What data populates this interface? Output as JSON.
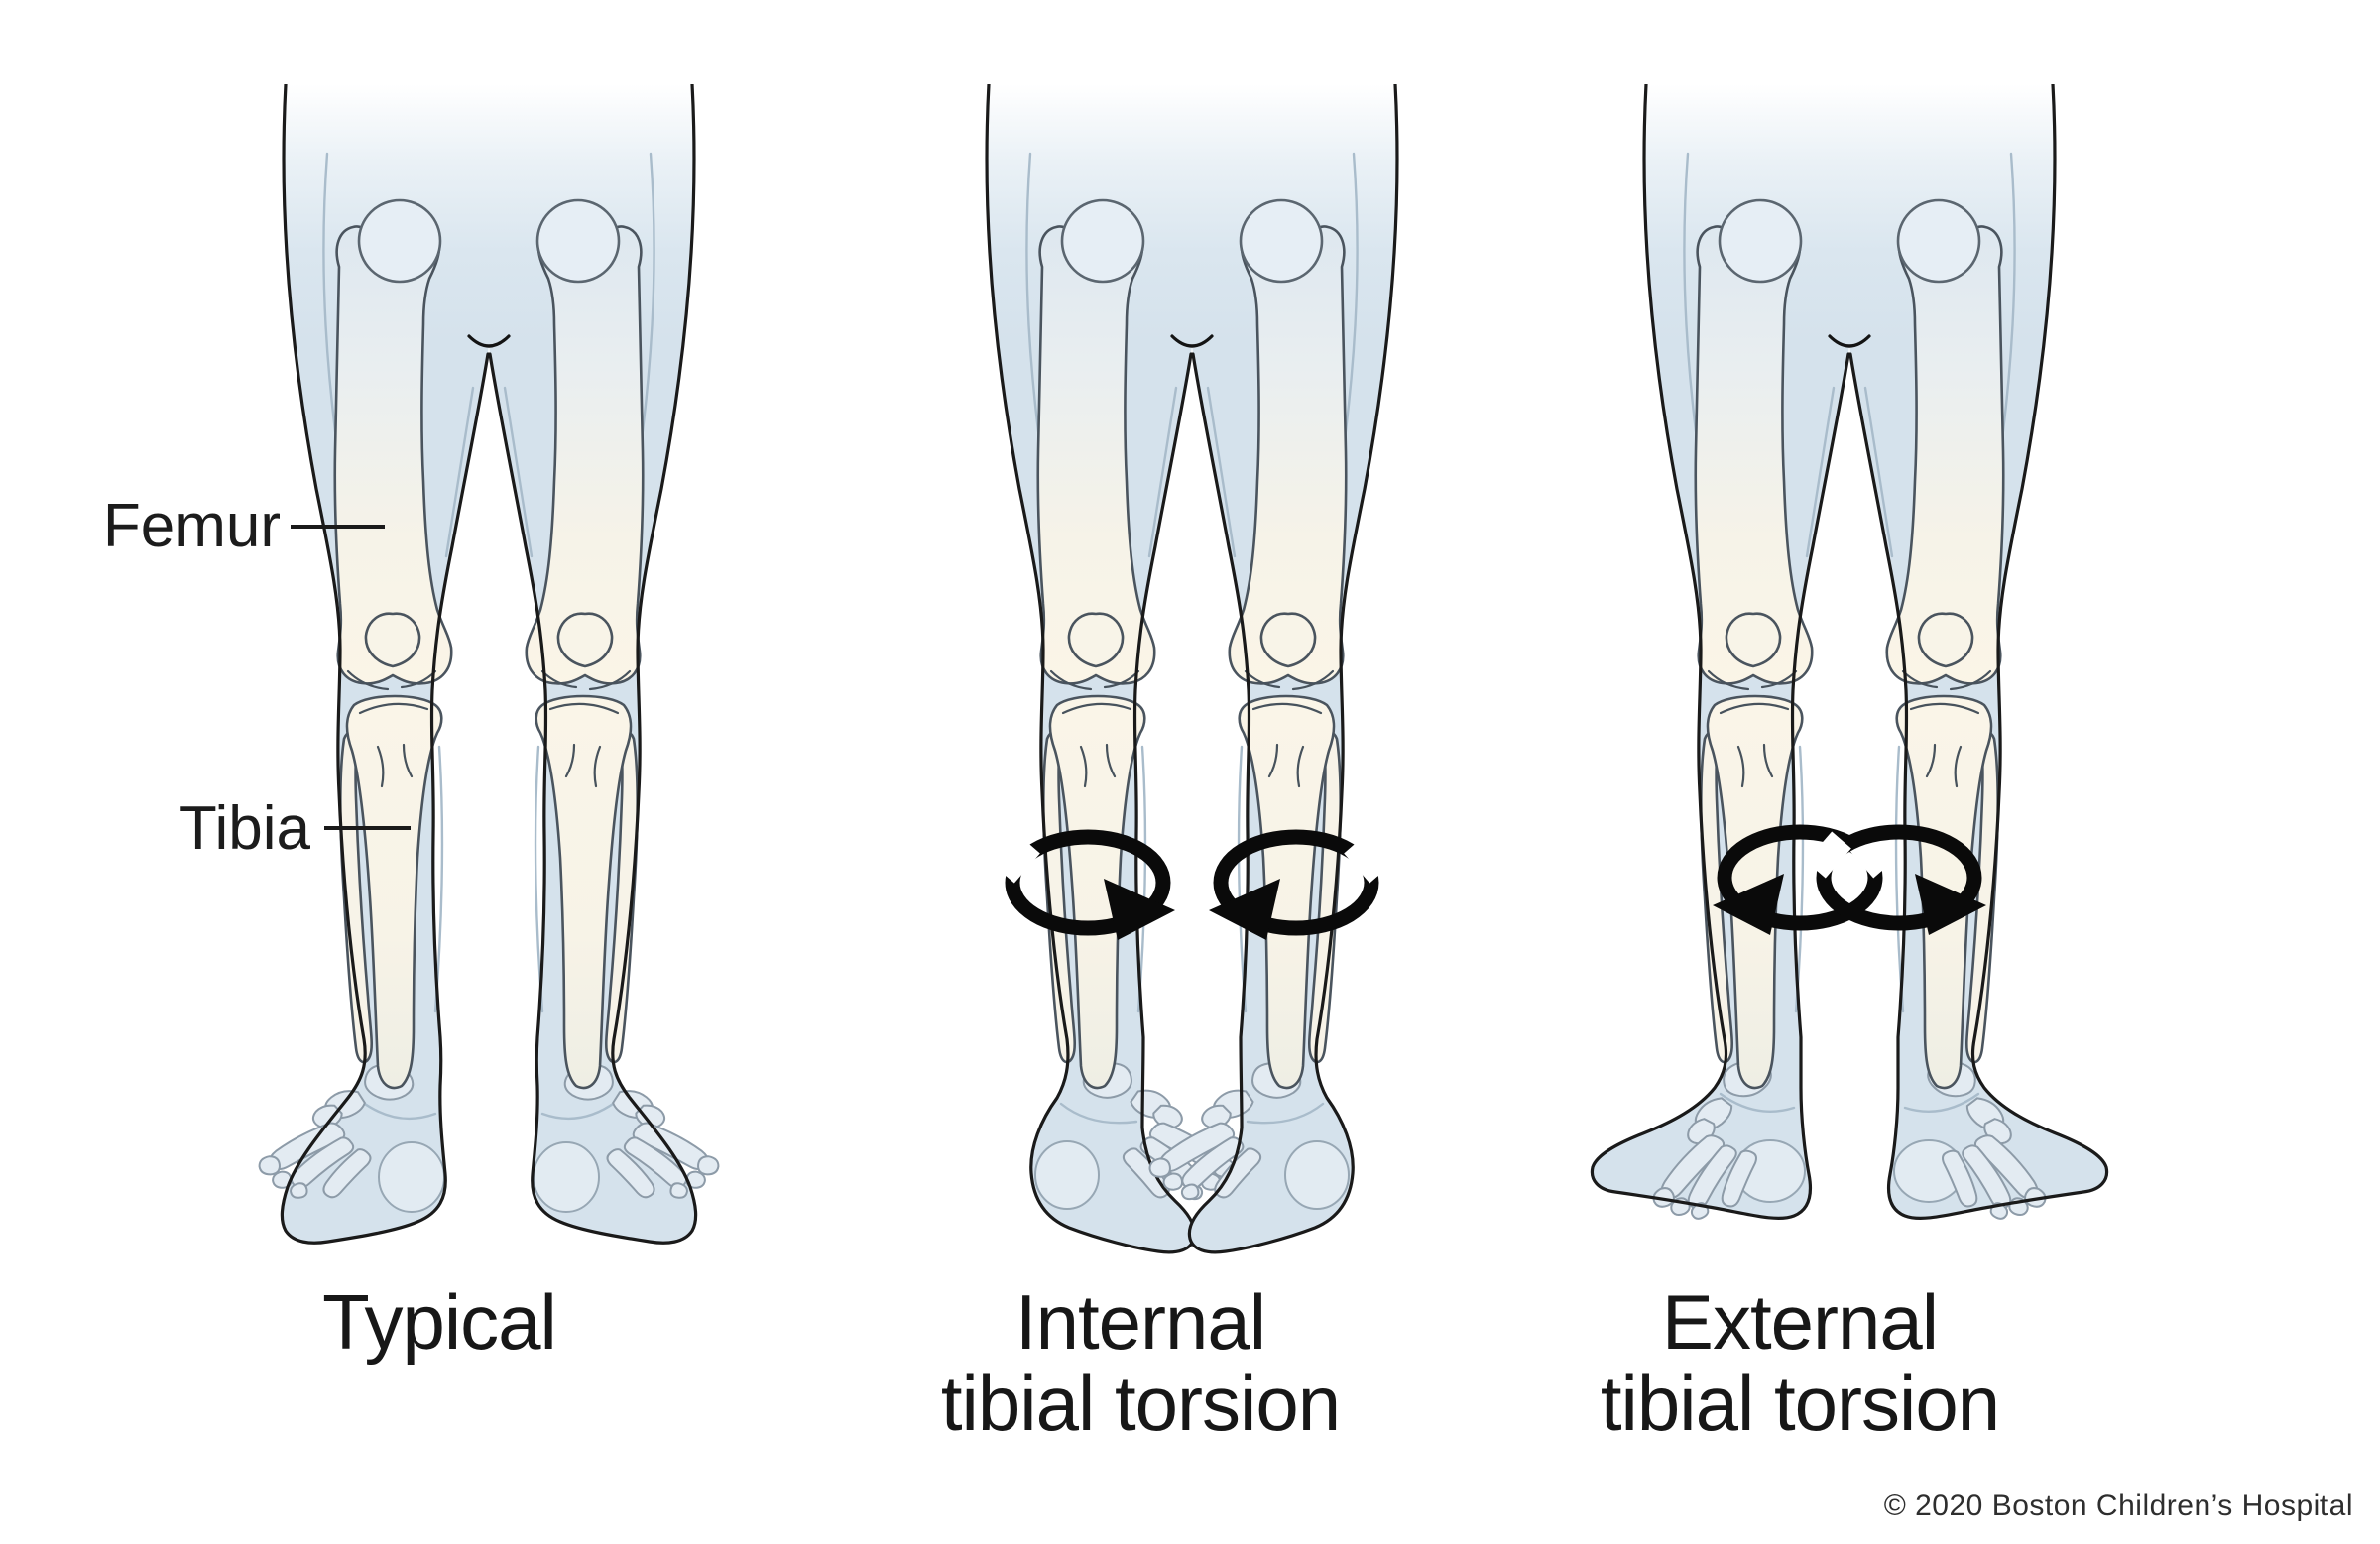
{
  "figure": {
    "annotations": {
      "femur": "Femur",
      "tibia": "Tibia"
    },
    "panels": [
      {
        "id": "typical",
        "caption_lines": [
          "Typical",
          ""
        ],
        "arrows": "none",
        "feet": "pointing slightly outward"
      },
      {
        "id": "internal-tibial-torsion",
        "caption_lines": [
          "Internal",
          "tibial torsion"
        ],
        "arrows": "rotation bands around shins pointing inward",
        "feet": "pointing inward (pigeon-toed)"
      },
      {
        "id": "external-tibial-torsion",
        "caption_lines": [
          "External",
          "tibial torsion"
        ],
        "arrows": "rotation bands around shins pointing outward",
        "feet": "pointing outward"
      }
    ],
    "copyright": "© 2020 Boston Children’s Hospital",
    "colors": {
      "background": "#ffffff",
      "skin": "#d5e2ec",
      "bone": "#fbf5e7",
      "outline": "#1a1a1a",
      "bone_outline": "#4a545e",
      "arrow": "#0a0a0a",
      "text": "#161616"
    }
  }
}
